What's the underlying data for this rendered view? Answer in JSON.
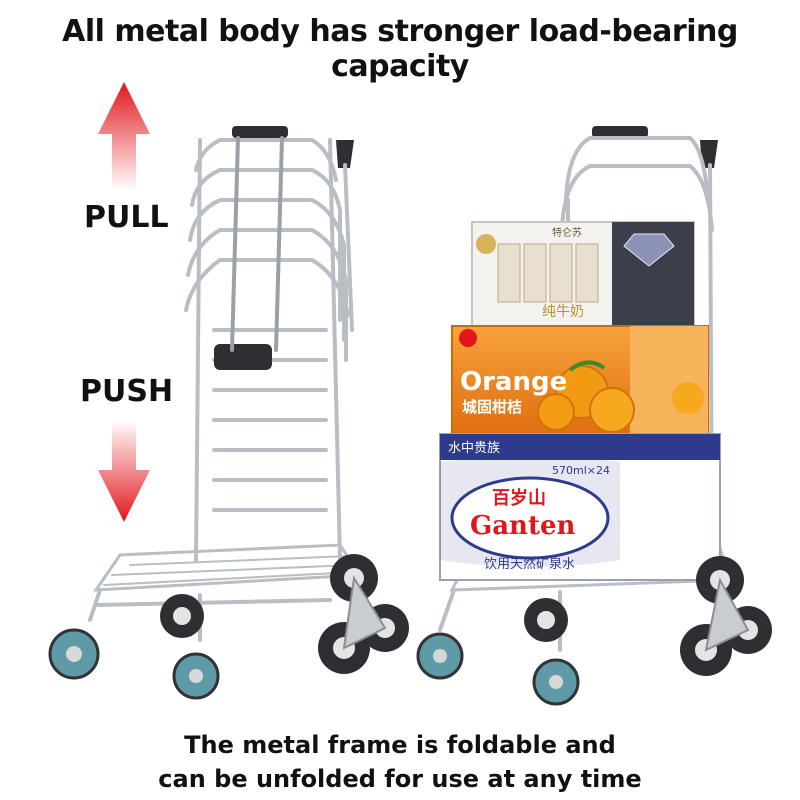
{
  "headline": "All metal body has stronger load-bearing capacity",
  "labels": {
    "pull": "PULL",
    "push": "PUSH"
  },
  "caption": {
    "line1": "The metal frame is foldable and",
    "line2": "can be unfolded for use at any time"
  },
  "boxes": {
    "milk": {
      "brand": "特仑苏",
      "product": "纯牛奶"
    },
    "orange": {
      "title": "Orange",
      "subtitle": "城固柑桔"
    },
    "water": {
      "top_label": "水中贵族",
      "spec": "570ml×24",
      "brand_cn": "百岁山",
      "brand_en": "Ganten",
      "tagline": "饮用天然矿泉水"
    }
  },
  "colors": {
    "arrow_red": "#e0161b",
    "steel": "#b9bec4",
    "wheel_teal": "#5e9aa8",
    "water_box_blue": "#2e3b8c",
    "orange_box": "#f08a1c"
  }
}
